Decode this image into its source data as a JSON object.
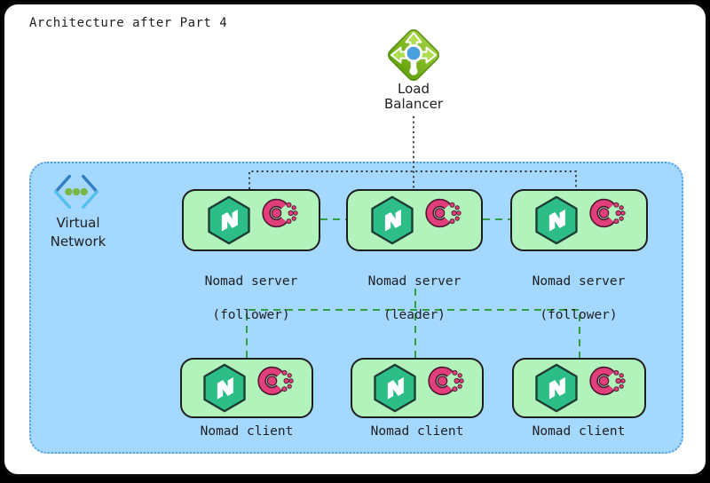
{
  "title": "Architecture after Part 4",
  "load_balancer": {
    "icon": "azure-load-balancer-icon",
    "label_line1": "Load",
    "label_line2": "Balancer"
  },
  "virtual_network": {
    "icon": "azure-virtual-network-icon",
    "label": "Virtual\nNetwork"
  },
  "servers": [
    {
      "name": "Nomad server",
      "role": "(follower)",
      "icons": [
        "nomad-icon",
        "consul-icon"
      ]
    },
    {
      "name": "Nomad server",
      "role": "(leader)",
      "icons": [
        "nomad-icon",
        "consul-icon"
      ]
    },
    {
      "name": "Nomad server",
      "role": "(follower)",
      "icons": [
        "nomad-icon",
        "consul-icon"
      ]
    }
  ],
  "clients": [
    {
      "name": "Nomad client",
      "icons": [
        "nomad-icon",
        "consul-icon"
      ]
    },
    {
      "name": "Nomad client",
      "icons": [
        "nomad-icon",
        "consul-icon"
      ]
    },
    {
      "name": "Nomad client",
      "icons": [
        "nomad-icon",
        "consul-icon"
      ]
    }
  ],
  "connections": [
    {
      "from": "load-balancer",
      "to": "nomad-servers",
      "style": "dotted",
      "color": "#2a2a2a"
    },
    {
      "from": "nomad-server-follower-left",
      "to": "nomad-server-leader",
      "style": "dashed",
      "color": "#2f9e44"
    },
    {
      "from": "nomad-server-leader",
      "to": "nomad-server-follower-right",
      "style": "dashed",
      "color": "#2f9e44"
    },
    {
      "from": "nomad-server-leader",
      "to": "nomad-clients",
      "style": "dashed",
      "color": "#2f9e44"
    }
  ],
  "colors": {
    "page_background": "#ffffff",
    "frame": "#000000",
    "vnet_fill": "#a5d8ff",
    "vnet_border": "#4f9ee3",
    "node_fill": "#b2f2bb",
    "node_border": "#1e1e1e",
    "dashed_green": "#2f9e44",
    "dotted_black": "#2a2a2a",
    "nomad_green": "#2dbe88",
    "consul_pink": "#e23e7c",
    "lb_green": "#8dc63f",
    "lb_blue": "#4aa1e0",
    "vnet_icon_blue_dark": "#2f7fc1",
    "vnet_icon_blue_light": "#55c1ea",
    "vnet_icon_dot_green": "#7ab648"
  }
}
